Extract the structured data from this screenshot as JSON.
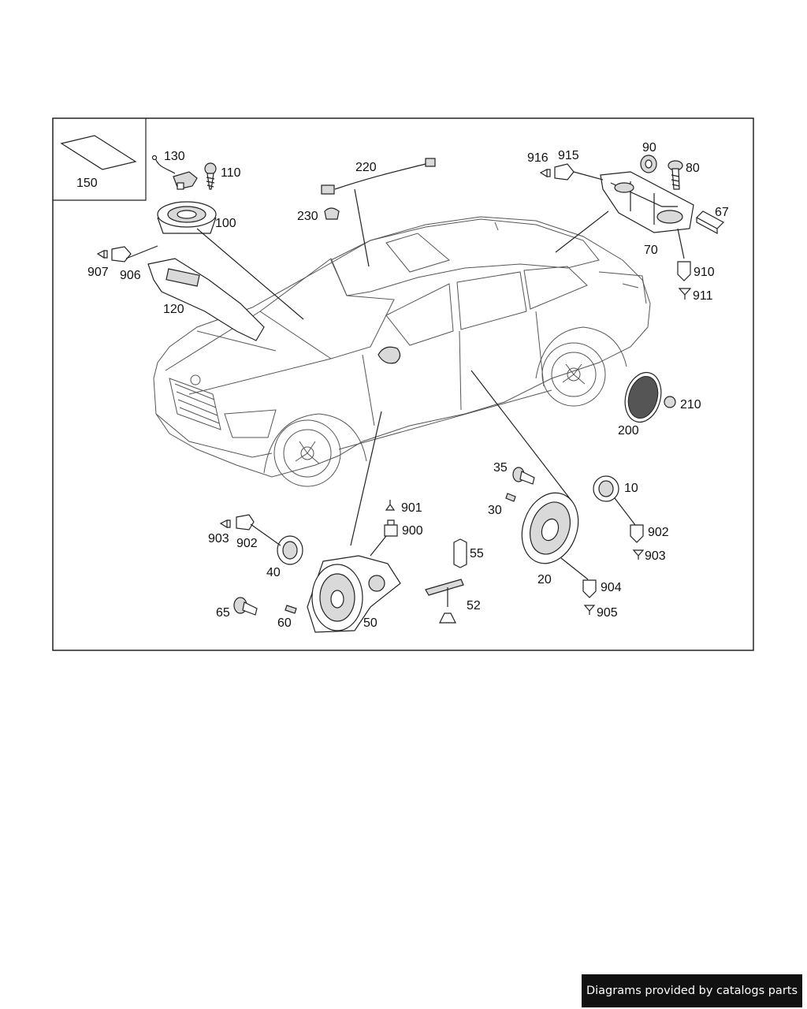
{
  "labels": {
    "l150": "150",
    "l130": "130",
    "l110": "110",
    "l220": "220",
    "l230": "230",
    "l100": "100",
    "l907": "907",
    "l906": "906",
    "l120": "120",
    "l916": "916",
    "l915": "915",
    "l90": "90",
    "l80": "80",
    "l67": "67",
    "l70": "70",
    "l910": "910",
    "l911": "911",
    "l210": "210",
    "l200": "200",
    "l35": "35",
    "l30": "30",
    "l10": "10",
    "l902b": "902",
    "l903b": "903",
    "l20": "20",
    "l904": "904",
    "l905": "905",
    "l901": "901",
    "l900": "900",
    "l55": "55",
    "l52": "52",
    "l903a": "903",
    "l902a": "902",
    "l40": "40",
    "l65": "65",
    "l60": "60",
    "l50": "50"
  },
  "footer": {
    "text": "Diagrams provided by catalogs parts"
  }
}
